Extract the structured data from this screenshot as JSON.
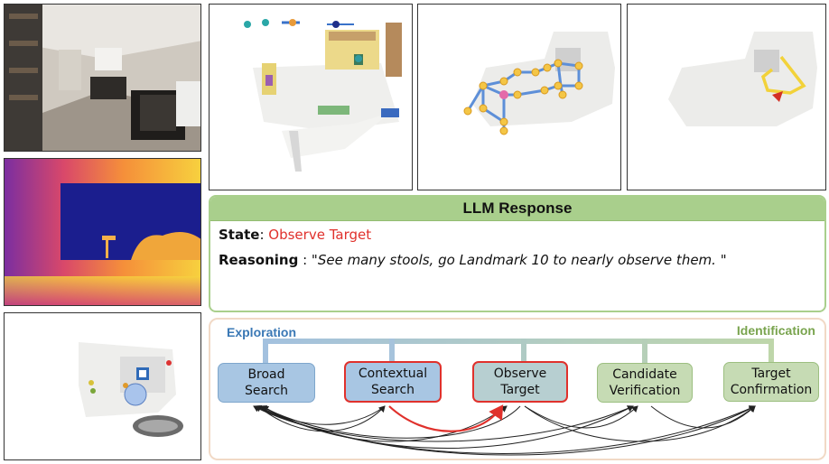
{
  "llm_response": {
    "title": "LLM Response",
    "state_label": "State",
    "state_value": "Observe Target",
    "reasoning_label": "Reasoning",
    "reasoning_value": "\"See many stools, go Landmark 10 to nearly observe them. \""
  },
  "flow": {
    "exploration_label": "Exploration",
    "identification_label": "Identification",
    "states": [
      {
        "label": "Broad\nSearch",
        "group": "exploration",
        "highlighted": false
      },
      {
        "label": "Contextual\nSearch",
        "group": "exploration",
        "highlighted": true
      },
      {
        "label": "Observe\nTarget",
        "group": "identification",
        "highlighted": true
      },
      {
        "label": "Candidate\nVerification",
        "group": "identification",
        "highlighted": false
      },
      {
        "label": "Target\nConfirmation",
        "group": "identification",
        "highlighted": false
      }
    ]
  },
  "images": [
    {
      "name": "rgb-observation",
      "description": "RGB egocentric view of living room / kitchen"
    },
    {
      "name": "depth-observation",
      "description": "Depth map"
    },
    {
      "name": "local-map",
      "description": "Local top-down map with agent"
    },
    {
      "name": "semantic-3d-map",
      "description": "3D semantic map"
    },
    {
      "name": "landmark-graph",
      "description": "Top-down map with landmark graph"
    },
    {
      "name": "planned-path",
      "description": "Top-down map with planned path"
    }
  ],
  "colors": {
    "exploration": "#3a78b5",
    "identification": "#79a44e",
    "highlight": "#e0312c",
    "llm_header": "#a9cf8c"
  }
}
